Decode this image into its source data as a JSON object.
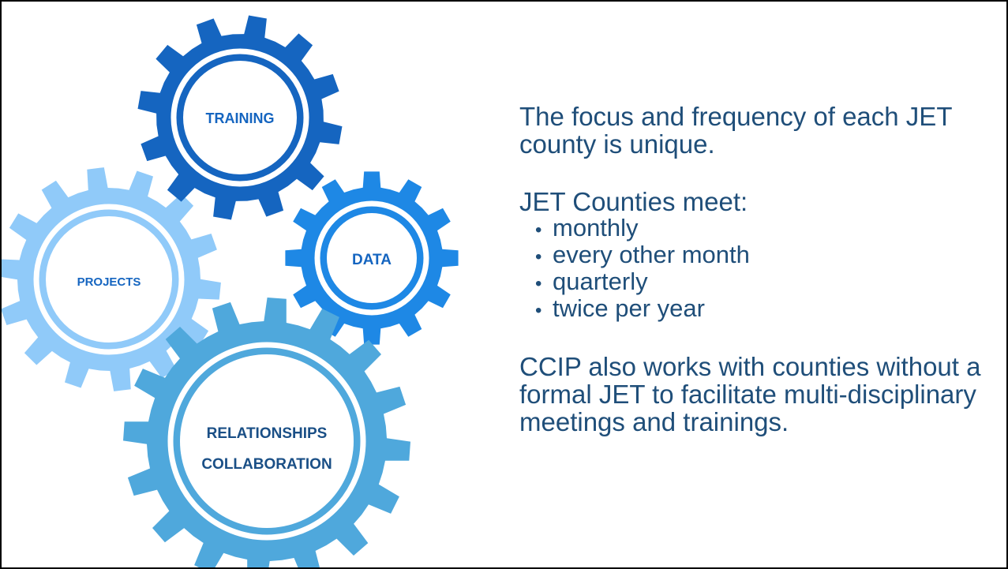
{
  "gears": [
    {
      "id": "training",
      "label": "TRAINING",
      "color": "#1565c0",
      "ring_color": "#ffffff",
      "label_color": "#1565c0"
    },
    {
      "id": "data",
      "label": "DATA",
      "color": "#1e88e5",
      "ring_color": "#ffffff",
      "label_color": "#1565c0"
    },
    {
      "id": "projects",
      "label": "PROJECTS",
      "color": "#90caf9",
      "ring_color": "#ffffff",
      "label_color": "#1565c0"
    },
    {
      "id": "relationships",
      "label_line1": "RELATIONSHIPS",
      "label_line2": "COLLABORATION",
      "color": "#4fa8dc",
      "ring_color": "#ffffff",
      "label_color": "#1a4f86"
    }
  ],
  "text": {
    "intro": "The focus and frequency of each JET county is unique.",
    "meet_heading": "JET Counties meet:",
    "bullet_glyph": "•",
    "bullets": [
      "monthly",
      "every other month",
      "quarterly",
      "twice per year"
    ],
    "closing": "CCIP also works with counties without a formal JET to facilitate multi-disciplinary meetings and trainings."
  },
  "colors": {
    "text": "#1f4e79",
    "border": "#000000"
  }
}
